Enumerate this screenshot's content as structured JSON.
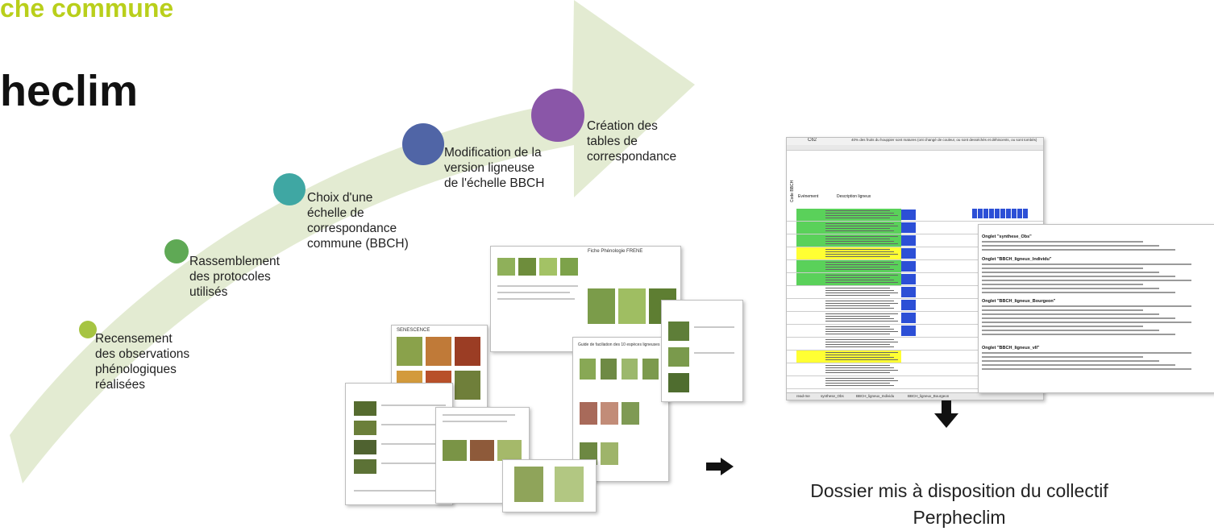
{
  "header": {
    "section_title": "che commune",
    "project_title": "heclim"
  },
  "timeline": {
    "steps": [
      {
        "label": "Recensement\ndes observations\nphénologiques\nréalisées",
        "color": "#a6c442"
      },
      {
        "label": "Rassemblement\ndes protocoles\nutilisés",
        "color": "#5fa955"
      },
      {
        "label": "Choix d'une\néchelle de\ncorrespondance\ncommune (BBCH)",
        "color": "#3fa7a3"
      },
      {
        "label": "Modification de la\nversion ligneuse\nde l'échelle BBCH",
        "color": "#5065a6"
      },
      {
        "label": "Création des\ntables de\ncorrespondance",
        "color": "#8a56a8"
      }
    ],
    "arrow_color": "#e3ebd2"
  },
  "documents": {
    "doc1_title": "SENESCENCE",
    "doc2_title": "Fiche Phénologie FRENE",
    "doc3_title": "Guide de faciliation des 10 espèces ligneuses"
  },
  "spreadsheet": {
    "cell_ref": "C62",
    "formula": "40% des fruits du houppier sont matures (ont changé de couleur, ou sont desséchés et déhiscents, ou sont tombés)",
    "col_event": "Evénement",
    "col_description": "Description ligneux",
    "col_code": "Code BBCH",
    "sheet_tabs": [
      "read-me",
      "synthese_Obs",
      "BBCH_ligneux_Individu",
      "BBCH_ligneux_Bourgeon"
    ]
  },
  "workbook_notes": {
    "sections": [
      "Onglet \"synthese_Obs\"",
      "Onglet \"BBCH_ligneux_Individu\"",
      "Onglet \"BBCH_ligneux_Bourgeon\"",
      "Onglet \"BBCH_ligneux_vII\""
    ]
  },
  "conclusion": {
    "text": "Dossier mis à disposition du collectif\nPerpheclim"
  }
}
